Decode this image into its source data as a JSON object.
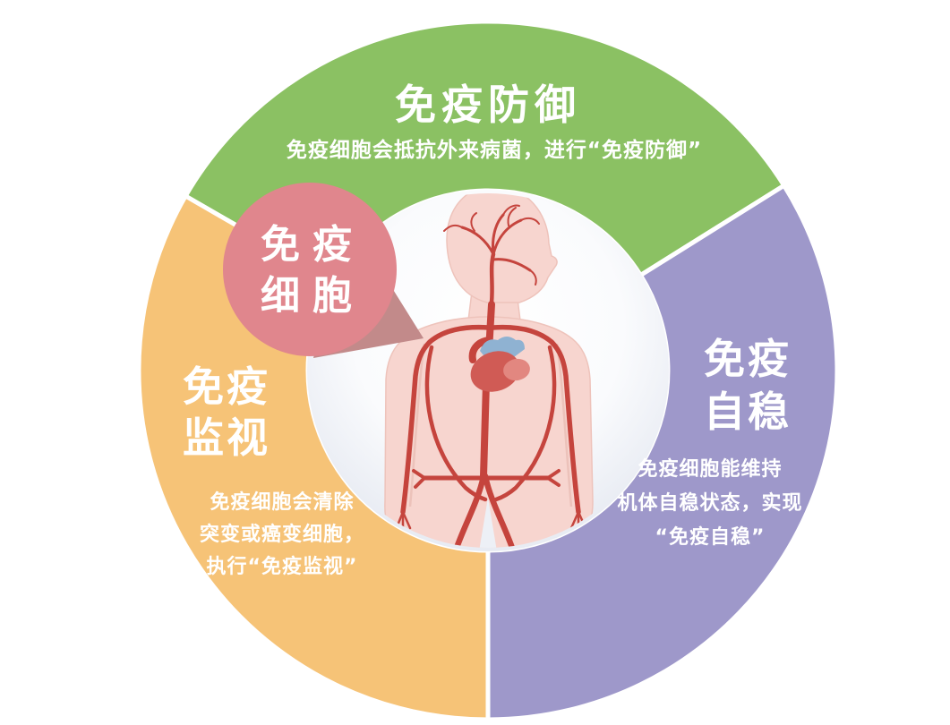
{
  "diagram": {
    "colors": {
      "defense": "#8bc163",
      "surveillance": "#f6c377",
      "homeostasis": "#9e98ca",
      "callout_circle": "#e0868d",
      "callout_pointer": "#c28a8a",
      "body_skin": "#f7d5cf",
      "body_outline": "#ecc2ba",
      "vessel_red": "#c5443d",
      "heart_red": "#d05b55",
      "heart_light": "#e28780",
      "heart_blue": "#8fb2d2"
    },
    "callout": {
      "line1": "免疫",
      "line2": "细胞"
    },
    "defense": {
      "title": "免疫防御",
      "description": "免疫细胞会抵抗外来病菌，进行“免疫防御”"
    },
    "surveillance": {
      "title_line1": "免疫",
      "title_line2": "监视",
      "desc_line1": "免疫细胞会清除",
      "desc_line2": "突变或癌变细胞，",
      "desc_line3": "执行“免疫监视”"
    },
    "homeostasis": {
      "title_line1": "免疫",
      "title_line2": "自稳",
      "desc_line1": "免疫细胞能维持",
      "desc_line2": "机体自稳状态，实现",
      "desc_line3": "“免疫自稳”"
    }
  }
}
